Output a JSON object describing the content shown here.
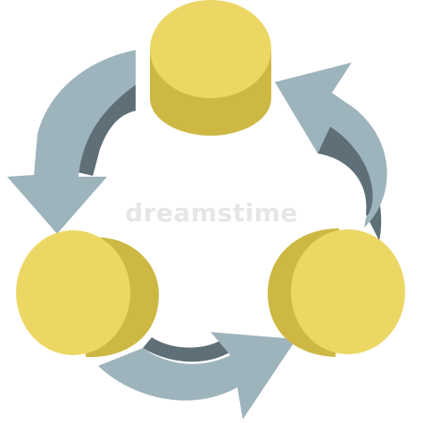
{
  "watermark": {
    "text": "dreamstime"
  },
  "colors": {
    "disc_top": "#ecd765",
    "disc_side": "#cdb843",
    "arrow_face": "#9eb4bc",
    "arrow_side": "#5e6f78"
  },
  "nodes": [
    {
      "name": "top-disc"
    },
    {
      "name": "left-disc"
    },
    {
      "name": "right-disc"
    }
  ],
  "arrows": [
    {
      "name": "left-arrow",
      "direction": "counterclockwise"
    },
    {
      "name": "right-arrow",
      "direction": "counterclockwise"
    },
    {
      "name": "bottom-arrow",
      "direction": "counterclockwise"
    }
  ]
}
